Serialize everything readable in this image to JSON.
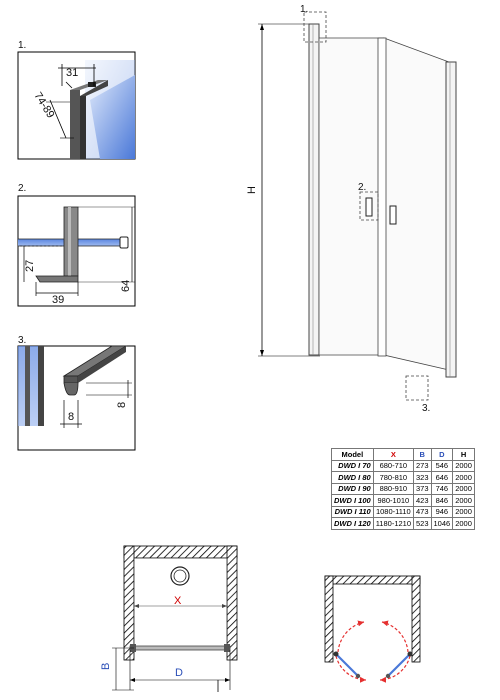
{
  "callouts": {
    "c1": "1.",
    "c2": "2.",
    "c3": "3."
  },
  "detail1": {
    "label": "1.",
    "width": "31",
    "range": "74-89"
  },
  "detail2": {
    "label": "2.",
    "w": "39",
    "h1": "27",
    "h2": "64"
  },
  "detail3": {
    "label": "3.",
    "h": "8",
    "w": "8"
  },
  "elevation": {
    "height_label": "H"
  },
  "plan": {
    "x_label": "X",
    "b_label": "B",
    "d_label": "D"
  },
  "spec_table": {
    "headers": [
      "Model",
      "X",
      "B",
      "D",
      "H"
    ],
    "rows": [
      [
        "DWD I 70",
        "680-710",
        "273",
        "546",
        "2000"
      ],
      [
        "DWD I 80",
        "780-810",
        "323",
        "646",
        "2000"
      ],
      [
        "DWD I 90",
        "880-910",
        "373",
        "746",
        "2000"
      ],
      [
        "DWD I 100",
        "980-1010",
        "423",
        "846",
        "2000"
      ],
      [
        "DWD I 110",
        "1080-1110",
        "473",
        "946",
        "2000"
      ],
      [
        "DWD I 120",
        "1180-1210",
        "523",
        "1046",
        "2000"
      ]
    ]
  },
  "colors": {
    "x_header": "#d00000",
    "bd_header": "#2b4fb8",
    "glass": "#4a78d8",
    "swing_arc": "#e53030"
  }
}
